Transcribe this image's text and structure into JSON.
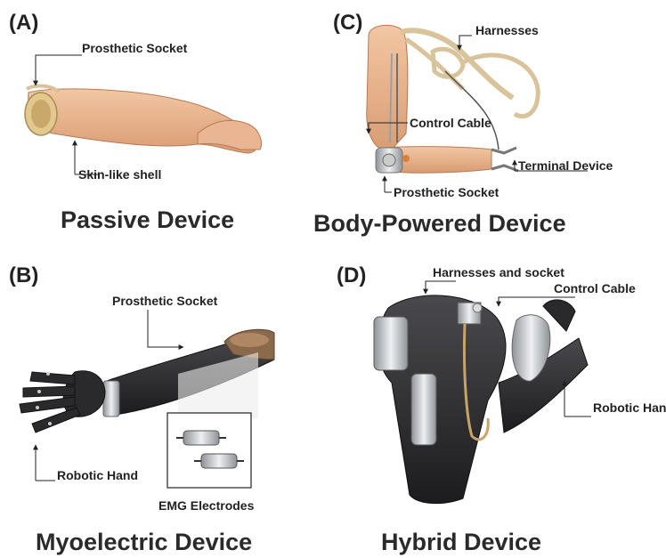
{
  "panels": [
    {
      "id": "a",
      "letter": "(A)",
      "title": "Passive Device",
      "labels": {
        "socket": "Prosthetic Socket",
        "shell": "Skin-like shell"
      }
    },
    {
      "id": "c",
      "letter": "(C)",
      "title": "Body-Powered Device",
      "labels": {
        "harnesses": "Harnesses",
        "cable": "Control Cable",
        "terminal": "Terminal Device",
        "socket": "Prosthetic Socket"
      }
    },
    {
      "id": "b",
      "letter": "(B)",
      "title": "Myoelectric Device",
      "labels": {
        "socket": "Prosthetic Socket",
        "hand": "Robotic Hand",
        "emg": "EMG Electrodes"
      }
    },
    {
      "id": "d",
      "letter": "(D)",
      "title": "Hybrid Device",
      "labels": {
        "harness_socket": "Harnesses and socket",
        "cable": "Control Cable",
        "hand": "Robotic Hand"
      }
    }
  ],
  "colors": {
    "skin": "#e9b48e",
    "socket_tan": "#e2c88f",
    "dark_shell": "#2c2c2e",
    "metal": "#b9bcc0",
    "strap": "#d8c39a"
  }
}
